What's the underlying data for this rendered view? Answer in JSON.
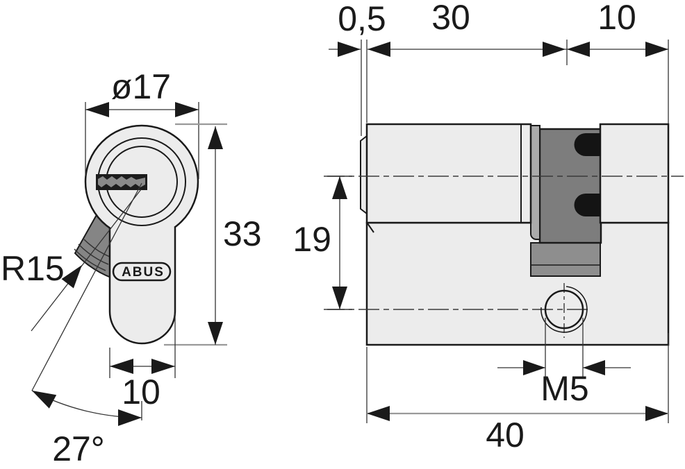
{
  "brand": {
    "logo_text": "ABUS"
  },
  "front_view": {
    "dim_diameter": "ø17",
    "dim_height": "33",
    "dim_nose_width": "10",
    "dim_cam_radius": "R15",
    "dim_cam_angle": "27°"
  },
  "side_view": {
    "dim_front_protrusion": "0,5",
    "dim_front_length": "30",
    "dim_rear_length": "10",
    "dim_axis_offset": "19",
    "dim_screw_thread": "M5",
    "dim_total_length": "40"
  },
  "colors": {
    "background": "#ffffff",
    "outline": "#1a1a1a",
    "body_fill": "#ececec",
    "cam_dark": "#7d7d7d",
    "cam_mid": "#8e8e8e",
    "cam_light": "#ababab",
    "wedge": "#858585",
    "keyway": "#1c1c1c",
    "key_profile": "#8a8a8a",
    "slot_black": "#141414",
    "dim_line": "#333333",
    "ext_gray": "#999999"
  }
}
